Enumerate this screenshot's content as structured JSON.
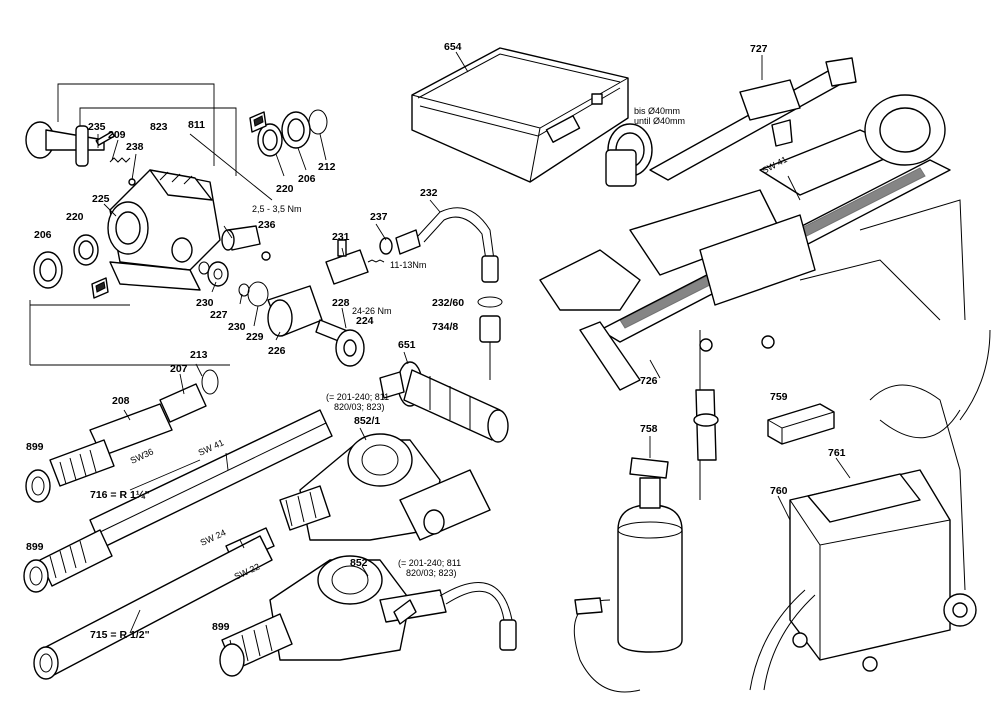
{
  "labels": {
    "l654": "654",
    "l727": "727",
    "l811": "811",
    "l823": "823",
    "l235": "235",
    "l209": "209",
    "l238": "238",
    "l225": "225",
    "l220a": "220",
    "l206a": "206",
    "l212": "212",
    "l220b": "220",
    "l206b": "206",
    "l236": "236",
    "l230a": "230",
    "l227": "227",
    "l230b": "230",
    "l229": "229",
    "l226": "226",
    "l231": "231",
    "l237": "237",
    "l232": "232",
    "l228": "228",
    "l224": "224",
    "l651": "651",
    "l232_60": "232/60",
    "l734_8": "734/8",
    "l726": "726",
    "l213": "213",
    "l207": "207",
    "l208": "208",
    "l899a": "899",
    "l899b": "899",
    "l899c": "899",
    "l716": "716 = R 1¼\"",
    "l715": "715 = R 1/2\"",
    "l852_1": "852/1",
    "l852": "852",
    "l758": "758",
    "l759": "759",
    "l761": "761",
    "l760": "760",
    "sw41a": "SW 41",
    "sw41b": "SW 41",
    "sw36": "SW36",
    "sw24": "SW 24",
    "sw22": "SW 22"
  },
  "notes": {
    "torque1": "2,5 - 3,5 Nm",
    "torque2": "11-13Nm",
    "torque3": "24-26 Nm",
    "bis": "bis Ø40mm",
    "until": "until Ø40mm",
    "n852_1a": "(= 201-240; 811",
    "n852_1b": "820/03; 823)",
    "n852a": "(= 201-240; 811",
    "n852b": "820/03; 823)"
  },
  "icons": [
    "book-icon-top",
    "book-icon-left"
  ]
}
